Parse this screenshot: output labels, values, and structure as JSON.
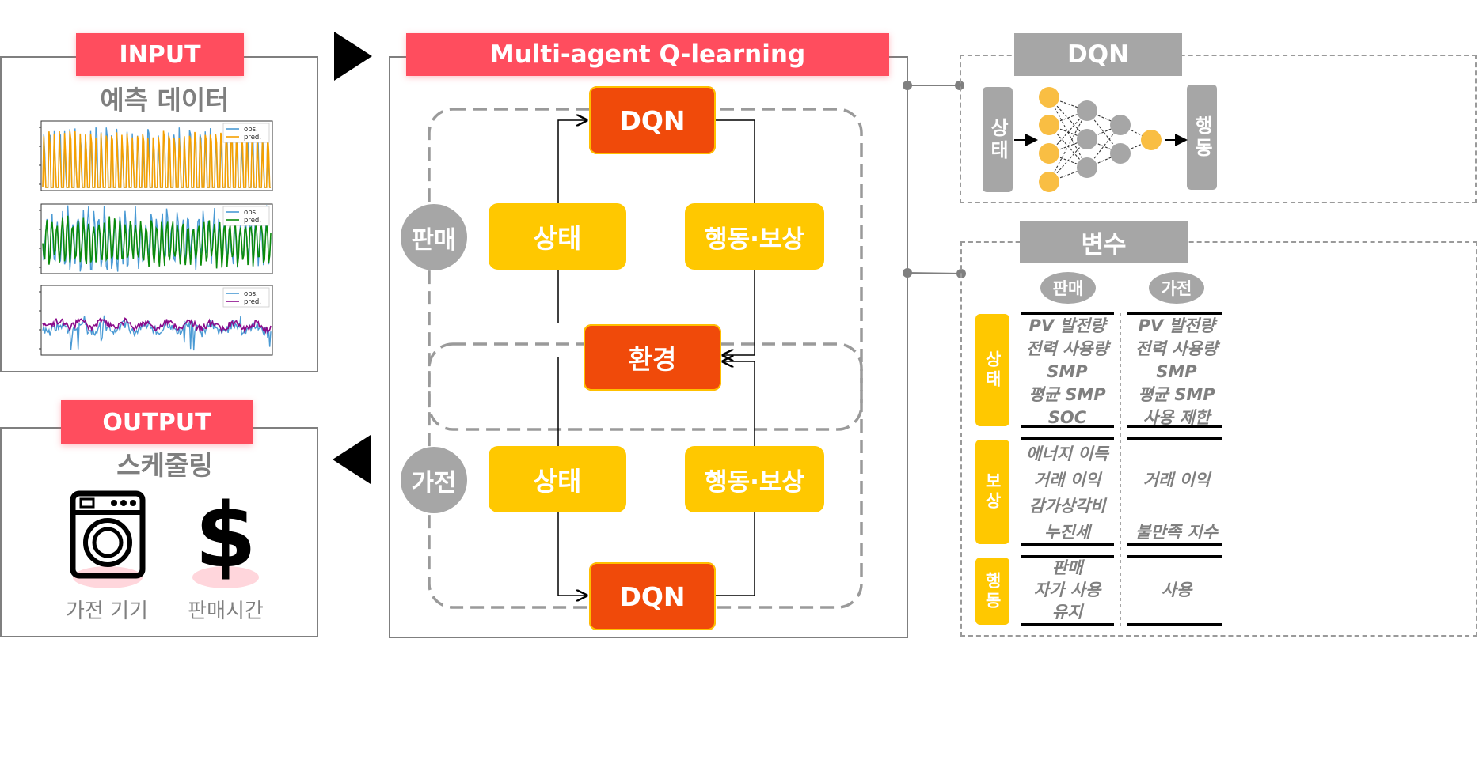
{
  "input": {
    "title": "INPUT",
    "subtitle": "예측 데이터",
    "plots": [
      {
        "legend": [
          "obs.",
          "pred."
        ],
        "colors": [
          "#4a9ad4",
          "#f5a000"
        ]
      },
      {
        "legend": [
          "obs.",
          "pred."
        ],
        "colors": [
          "#4a9ad4",
          "#0a8a0a"
        ]
      },
      {
        "legend": [
          "obs.",
          "pred."
        ],
        "colors": [
          "#4a9ad4",
          "#8a0a8a"
        ]
      }
    ]
  },
  "output": {
    "title": "OUTPUT",
    "subtitle": "스케줄링",
    "icons": [
      {
        "icon": "washing-machine-icon",
        "label": "가전 기기"
      },
      {
        "icon": "dollar-icon",
        "label": "판매시간"
      }
    ]
  },
  "center": {
    "title": "Multi-agent Q-learning",
    "dqn_top": "DQN",
    "dqn_bottom": "DQN",
    "environment": "환경",
    "agent_sell": {
      "label": "판매",
      "state": "상태",
      "action": "행동·보상"
    },
    "agent_appliance": {
      "label": "가전",
      "state": "상태",
      "action": "행동·보상"
    }
  },
  "dqn": {
    "title": "DQN",
    "input_label": "상태",
    "output_label": "행동"
  },
  "variables": {
    "title": "변수",
    "columns": [
      "판매",
      "가전"
    ],
    "rows": [
      {
        "label": "상태",
        "sell": [
          "PV 발전량",
          "전력 사용량",
          "SMP",
          "평균 SMP",
          "SOC"
        ],
        "appliance": [
          "PV 발전량",
          "전력 사용량",
          "SMP",
          "평균 SMP",
          "사용 제한"
        ]
      },
      {
        "label": "보상",
        "sell": [
          "에너지 이득",
          "거래 이익",
          "감가상각비",
          "누진세"
        ],
        "appliance": [
          "거래 이익",
          "불만족 지수"
        ]
      },
      {
        "label": "행동",
        "sell": [
          "판매",
          "자가 사용",
          "유지"
        ],
        "appliance": [
          "사용"
        ]
      }
    ]
  },
  "colors": {
    "accent_red": "#ff4d5e",
    "orange": "#f04a0a",
    "yellow": "#ffc800",
    "gray": "#a6a6a6",
    "node_yellow": "#f9be43"
  }
}
